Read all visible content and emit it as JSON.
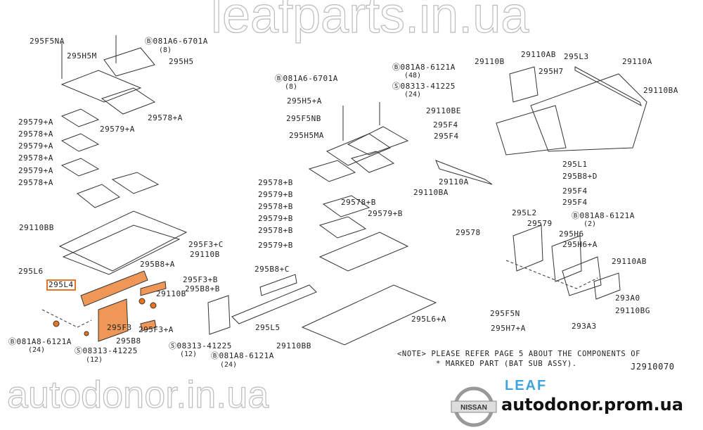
{
  "labels": [
    "295F5NA",
    "Ⓑ081A6-6701A",
    "(8)",
    "295H5M",
    "295H5",
    "29579+A",
    "29578+A",
    "29579+A",
    "29578+A",
    "29579+A",
    "29578+A",
    "29579+A",
    "29578+A",
    "29110BB",
    "295L6",
    "295L4",
    "295B8+A",
    "29110B",
    "295F3",
    "295F3+A",
    "295B8",
    "Ⓑ081A8-6121A",
    "(24)",
    "Ⓢ08313-41225",
    "(12)",
    "295F3+C",
    "29110B",
    "295B8+C",
    "295F3+B",
    "295B8+B",
    "295L5",
    "29110BB",
    "Ⓢ08313-41225",
    "(12)",
    "Ⓑ081A8-6121A",
    "(24)",
    "Ⓑ081A6-6701A",
    "(8)",
    "295H5+A",
    "295F5NB",
    "295H5MA",
    "29578+B",
    "29579+B",
    "29578+B",
    "29579+B",
    "29578+B",
    "29579+B",
    "29578+B",
    "29579+B",
    "Ⓑ081A8-6121A",
    "(48)",
    "Ⓢ08313-41225",
    "(24)",
    "29110B",
    "29110AB",
    "295L3",
    "295H7",
    "29110A",
    "29110BA",
    "29110BE",
    "295F4",
    "295F4",
    "295L1",
    "295B8+D",
    "29110BA",
    "29110A",
    "295F4",
    "295F4",
    "295L2",
    "29579",
    "29578",
    "295H6",
    "Ⓑ081A8-6121A",
    "(2)",
    "295H6+A",
    "29110AB",
    "295L6+A",
    "293A0",
    "295F5N",
    "29110BG",
    "295H7+A",
    "293A3"
  ],
  "note": {
    "line1": "<NOTE> PLEASE REFER PAGE 5 ABOUT THE COMPONENTS OF",
    "line2": "* MARKED PART (BAT SUB ASSY).",
    "code": "J2910070"
  },
  "watermarks": {
    "top": "leafparts.in.ua",
    "bottom": "autodonor.in.ua"
  },
  "branding": {
    "model": "LEAF",
    "logo_text": "NISSAN",
    "site": "autodonor.prom.ua"
  },
  "colors": {
    "highlight": "#e8741f",
    "model": "#3fa3dc"
  }
}
